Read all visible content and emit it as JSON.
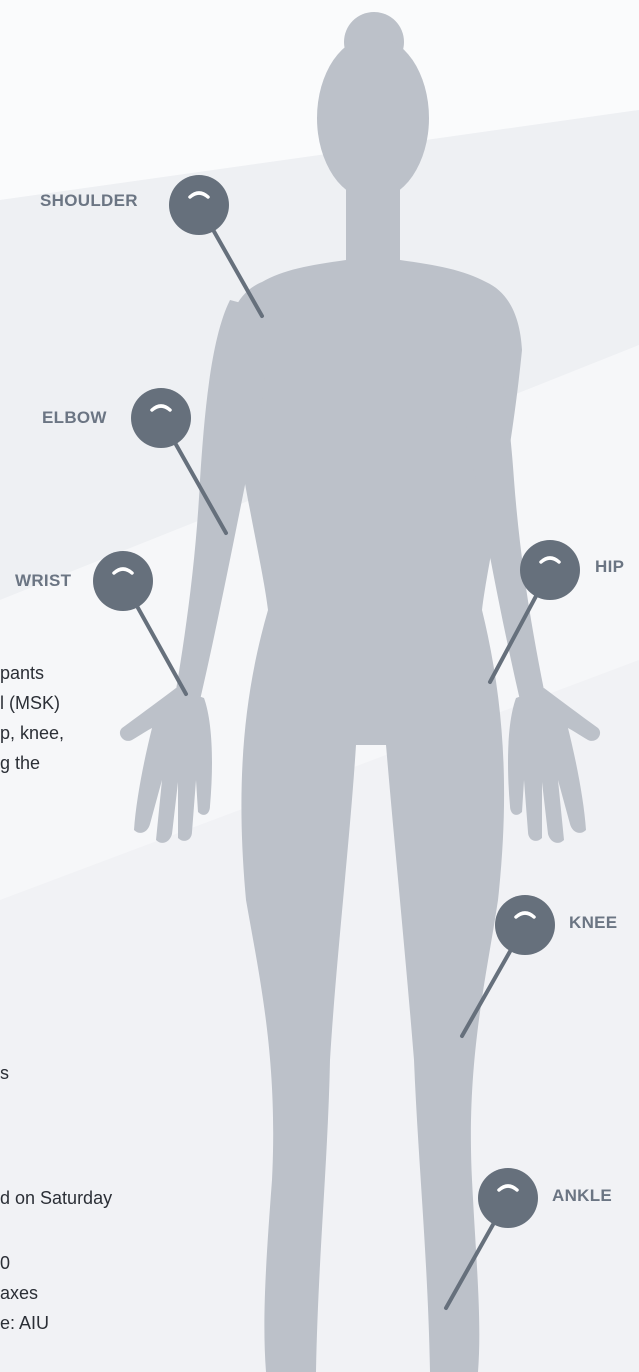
{
  "labels": {
    "shoulder": "SHOULDER",
    "elbow": "ELBOW",
    "wrist": "WRIST",
    "hip": "HIP",
    "knee": "KNEE",
    "ankle": "ANKLE"
  },
  "cropped_text": {
    "line1": "pants",
    "line2": "l (MSK)",
    "line3": "p, knee,",
    "line4": "g the",
    "line5": "s",
    "line6": "d on Saturday",
    "line7": "0",
    "line8": "axes",
    "line9": "e: AIU"
  },
  "colors": {
    "background": "#f4f5f7",
    "silhouette": "#bcc1c9",
    "pin": "#66707c",
    "label": "#6b7583",
    "text": "#2b2f36"
  },
  "icons": {
    "silhouette": "human-body-icon",
    "pin": "joint-pin-icon"
  }
}
